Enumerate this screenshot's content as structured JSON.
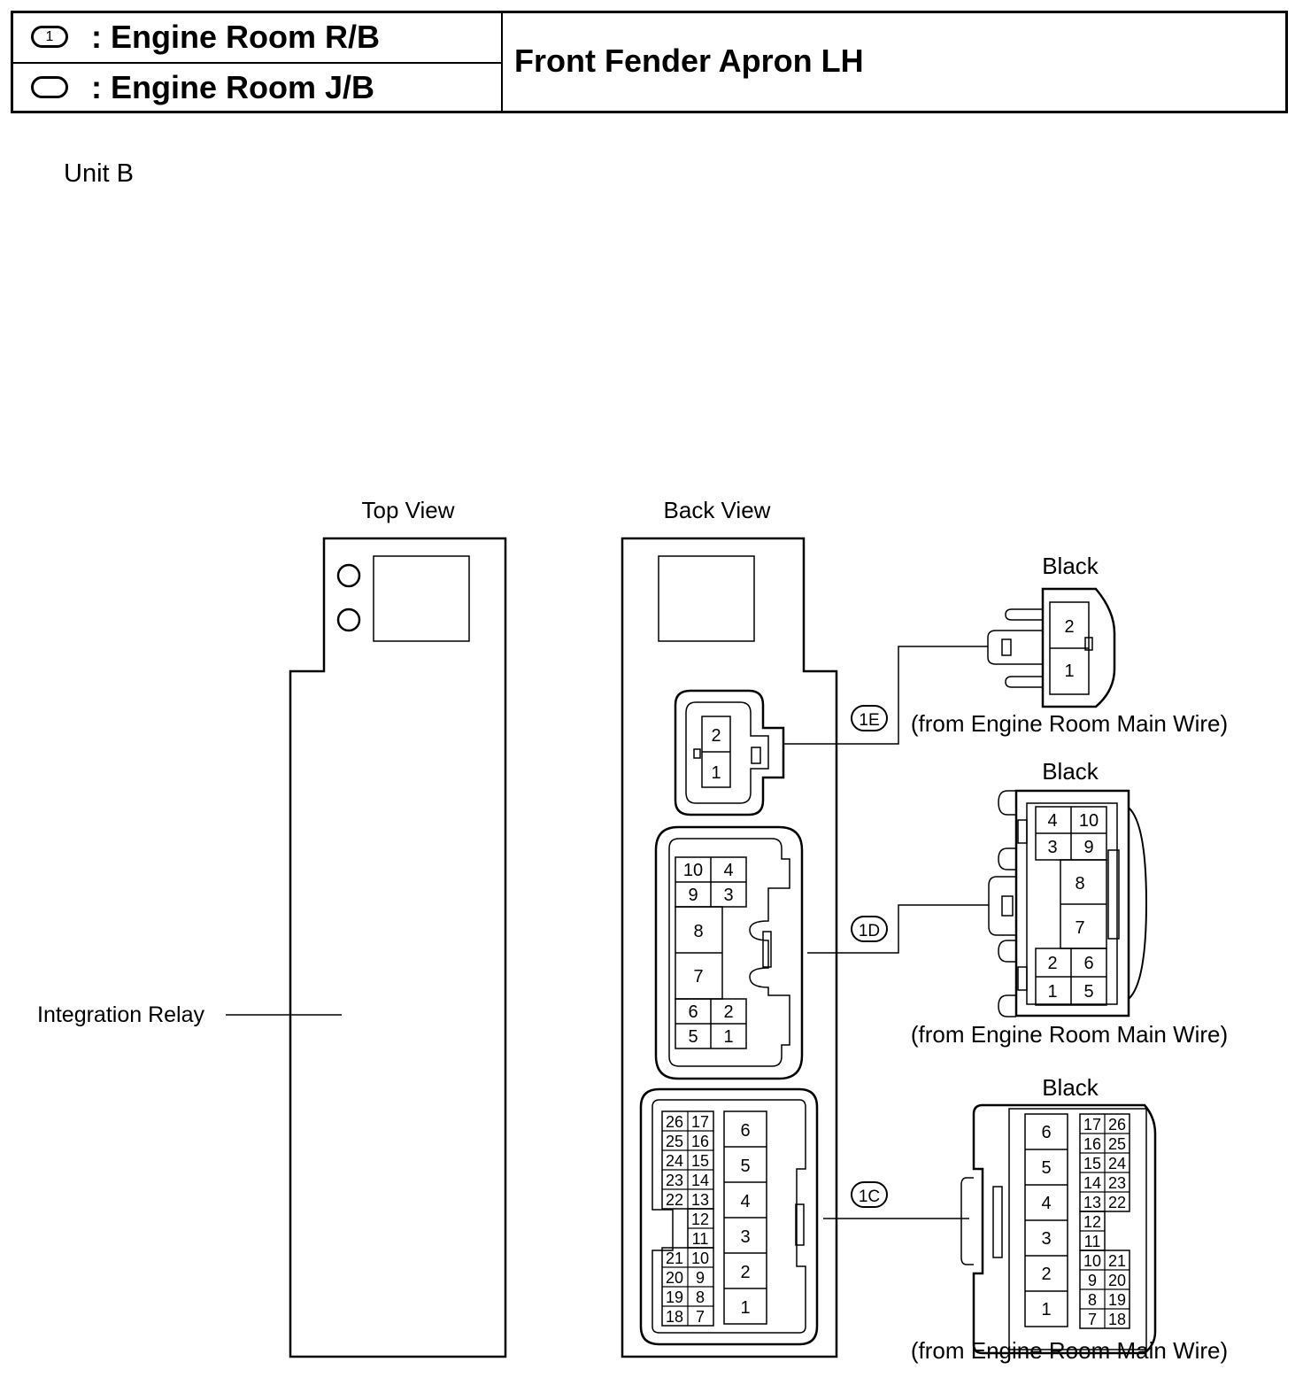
{
  "header": {
    "legend": [
      {
        "symbol": "1",
        "label": ": Engine Room R/B"
      },
      {
        "symbol": "",
        "label": ": Engine Room J/B"
      }
    ],
    "title": "Front Fender Apron LH"
  },
  "unit_label": "Unit B",
  "views": {
    "top": "Top View",
    "back": "Back View"
  },
  "callout": "Integration Relay",
  "connectors": {
    "c1E": {
      "id": "1E",
      "color": "Black",
      "source": "(from Engine Room Main Wire)",
      "back_pins": [
        "2",
        "1"
      ],
      "plug_pins": [
        "2",
        "1"
      ]
    },
    "c1D": {
      "id": "1D",
      "color": "Black",
      "source": "(from Engine Room Main Wire)",
      "back_pins": [
        "10",
        "4",
        "9",
        "3",
        "8",
        "7",
        "6",
        "2",
        "5",
        "1"
      ],
      "plug_pins": [
        "4",
        "10",
        "3",
        "9",
        "8",
        "7",
        "2",
        "6",
        "1",
        "5"
      ]
    },
    "c1C": {
      "id": "1C",
      "color": "Black",
      "source": "(from Engine Room Main Wire)",
      "back_small_pins": [
        "26",
        "17",
        "25",
        "16",
        "24",
        "15",
        "23",
        "14",
        "22",
        "13",
        "12",
        "11",
        "21",
        "10",
        "20",
        "9",
        "19",
        "8",
        "18",
        "7"
      ],
      "back_big_pins": [
        "6",
        "5",
        "4",
        "3",
        "2",
        "1"
      ],
      "plug_big_pins": [
        "6",
        "5",
        "4",
        "3",
        "2",
        "1"
      ],
      "plug_small_pins": [
        "17",
        "26",
        "16",
        "25",
        "15",
        "24",
        "14",
        "23",
        "13",
        "22",
        "12",
        "11",
        "10",
        "21",
        "9",
        "20",
        "8",
        "19",
        "7",
        "18"
      ]
    }
  }
}
